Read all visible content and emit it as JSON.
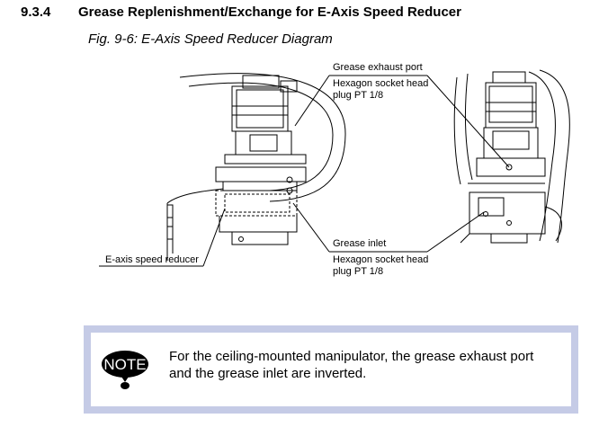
{
  "section": {
    "number": "9.3.4",
    "title": "Grease Replenishment/Exchange for E-Axis Speed Reducer"
  },
  "figure": {
    "caption": "Fig. 9-6: E-Axis Speed Reducer Diagram",
    "labels": {
      "exhaust_port": "Grease exhaust port",
      "exhaust_plug_line1": "Hexagon socket head",
      "exhaust_plug_line2": "plug PT 1/8",
      "inlet": "Grease inlet",
      "inlet_plug_line1": "Hexagon socket head",
      "inlet_plug_line2": "plug PT 1/8",
      "reducer": "E-axis speed reducer"
    }
  },
  "note": {
    "icon_label": "NOTE",
    "text": "For the ceiling-mounted manipulator, the grease exhaust port and the grease inlet are inverted."
  },
  "colors": {
    "note_border": "#c5cbe6",
    "line": "#000000"
  }
}
